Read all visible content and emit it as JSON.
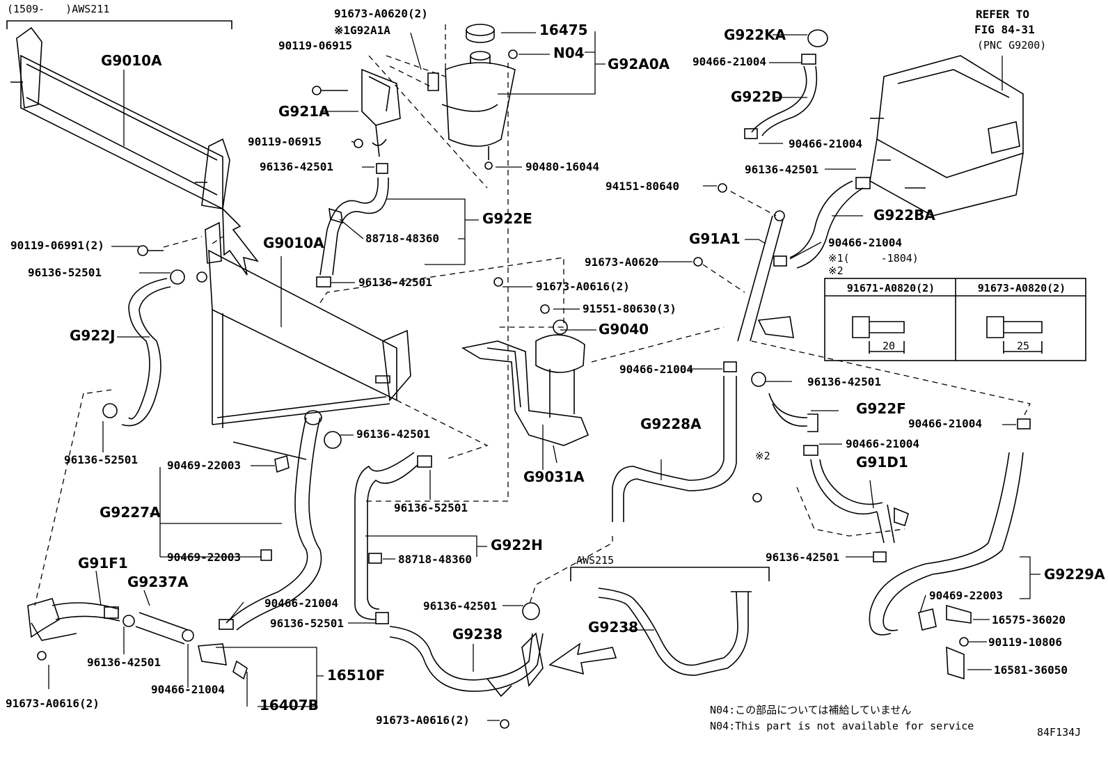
{
  "header": {
    "model_range": "(1509-　　)AWS211",
    "refer": [
      "REFER TO",
      "FIG 84-31",
      "(PNC G9200)"
    ]
  },
  "labels": {
    "p91673_a0620_2": "91673-A0620(2)",
    "g92a1a": "※1G92A1A",
    "p16475": "16475",
    "p90119_06915_a": "90119-06915",
    "n04": "N04",
    "g92a0a": "G92A0A",
    "g9010a_top": "G9010A",
    "g921a": "G921A",
    "p90119_06915_b": "90119-06915",
    "p96136_42501_a": "96136-42501",
    "p90480_16044": "90480-16044",
    "g922e": "G922E",
    "p88718_48360_a": "88718-48360",
    "p96136_42501_b": "96136-42501",
    "p90119_06991_2": "90119-06991(2)",
    "g9010a_mid": "G9010A",
    "p96136_52501_a": "96136-52501",
    "g922j": "G922J",
    "p91673_a0616_2_a": "91673-A0616(2)",
    "p91551_80630_3": "91551-80630(3)",
    "g9040": "G9040",
    "p96136_42501_c": "96136-42501",
    "p96136_52501_b": "96136-52501",
    "p90469_22003_a": "90469-22003",
    "g9031a": "G9031A",
    "g9227a": "G9227A",
    "p96136_52501_c": "96136-52501",
    "p90469_22003_b": "90469-22003",
    "g922h": "G922H",
    "p88718_48360_b": "88718-48360",
    "g91f1": "G91F1",
    "g9237a": "G9237A",
    "p90466_21004_a": "90466-21004",
    "p96136_52501_d": "96136-52501",
    "p96136_42501_d": "96136-42501",
    "g9238_a": "G9238",
    "p96136_42501_e": "96136-42501",
    "p90466_21004_b": "90466-21004",
    "p16510f": "16510F",
    "p16407b": "16407B",
    "p91673_a0616_2_b": "91673-A0616(2)",
    "p91673_a0616_2_c": "91673-A0616(2)",
    "aws215": "AWS215",
    "g9238_b": "G9238",
    "g922ka": "G922KA",
    "p90466_21004_c": "90466-21004",
    "g922d": "G922D",
    "p90466_21004_d": "90466-21004",
    "p96136_42501_f": "96136-42501",
    "p94151_80640": "94151-80640",
    "g922ba": "G922BA",
    "g91a1": "G91A1",
    "p90466_21004_e": "90466-21004",
    "p91673_a0620": "91673-A0620",
    "note1": "※1(　　　-1804)",
    "note2": "※2",
    "p90466_21004_f": "90466-21004",
    "p96136_42501_g": "96136-42501",
    "g922f": "G922F",
    "g9228a": "G9228A",
    "p90466_21004_g": "90466-21004",
    "p90466_21004_h": "90466-21004",
    "g91d1": "G91D1",
    "mark2": "※2",
    "p96136_42501_h": "96136-42501",
    "g9229a": "G9229A",
    "p90469_22003_c": "90469-22003",
    "p16575_36020": "16575-36020",
    "p90119_10806": "90119-10806",
    "p16581_36050": "16581-36050"
  },
  "table": {
    "col1": "91671-A0820(2)",
    "col2": "91673-A0820(2)",
    "dim1": "20",
    "dim2": "25"
  },
  "footer": {
    "note_jp": "N04:この部品については補給していません",
    "note_en": "N04:This part is not available for service",
    "fig_code": "84F134J"
  }
}
